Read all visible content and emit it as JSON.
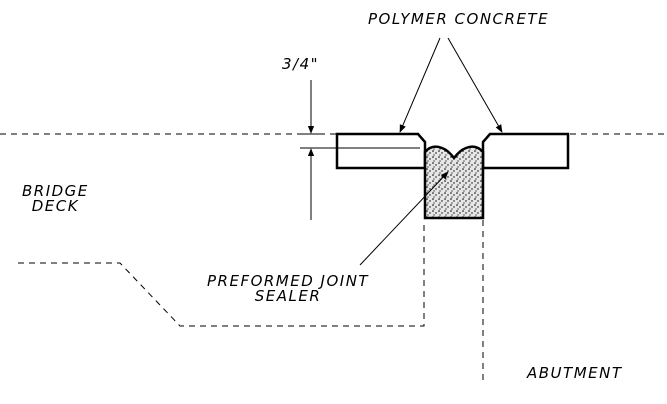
{
  "labels": {
    "polymer_concrete": "POLYMER CONCRETE",
    "dimension": "3/4\"",
    "bridge_deck_line1": "BRIDGE",
    "bridge_deck_line2": "DECK",
    "sealer_line1": "PREFORMED JOINT",
    "sealer_line2": "SEALER",
    "abutment": "ABUTMENT"
  },
  "colors": {
    "line": "#000000",
    "background": "#ffffff",
    "sealer_fill": "#d9d9d9"
  }
}
